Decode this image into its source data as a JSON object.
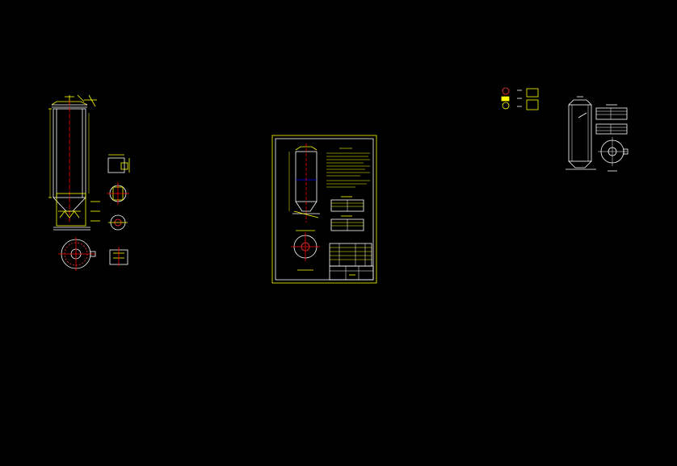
{
  "colors": {
    "background": "#000000",
    "outline": "#ffffff",
    "dimension": "#ffff00",
    "centerline": "#ff0000",
    "section": "#0000ff",
    "accent": "#ff3333"
  },
  "views": [
    {
      "id": "left-vessel-assembly",
      "description_icon": "vertical-tank-elevation"
    },
    {
      "id": "center-drawing-sheet",
      "description_icon": "framed-drawing-sheet"
    },
    {
      "id": "right-vessel-overview",
      "description_icon": "tank-with-tables"
    }
  ]
}
